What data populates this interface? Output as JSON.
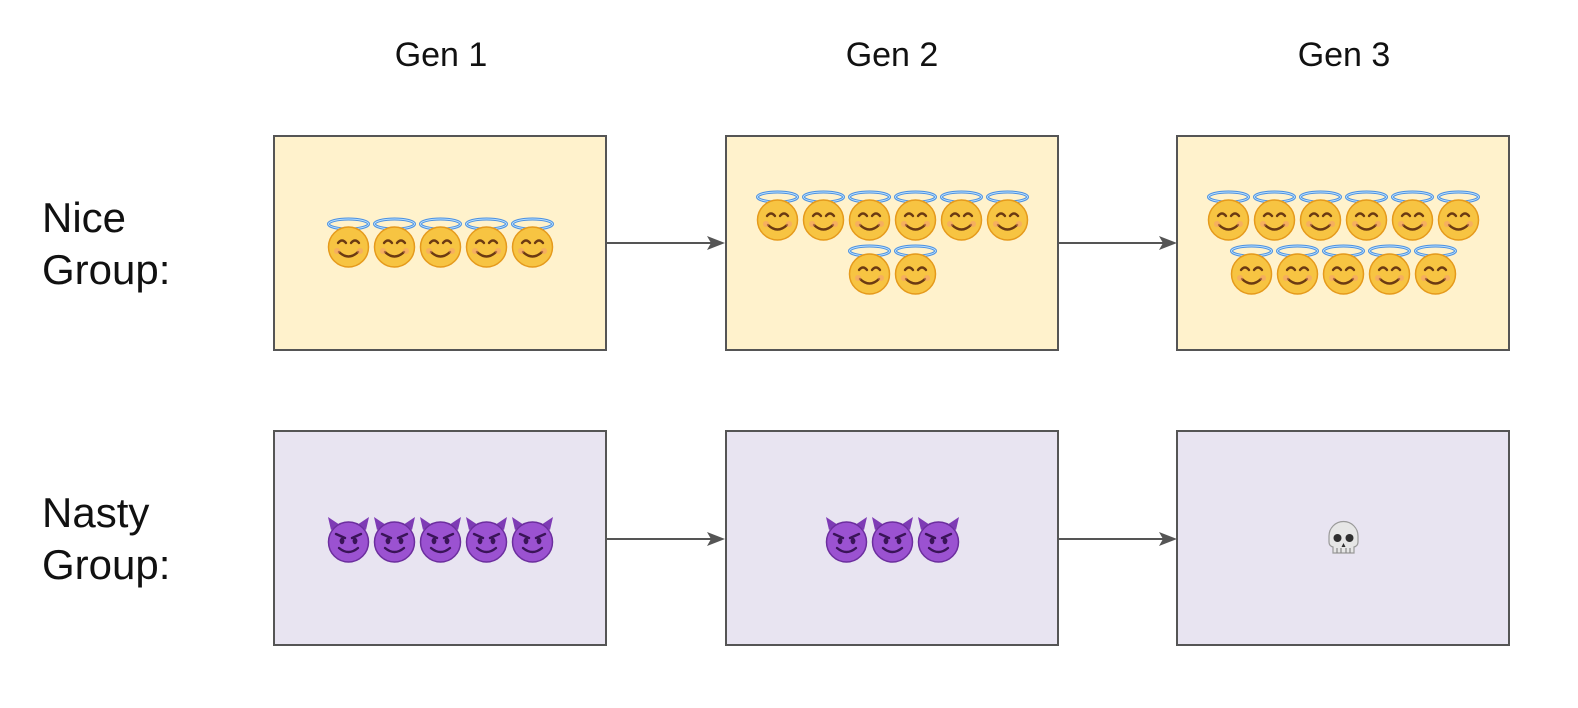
{
  "columns": [
    "Gen 1",
    "Gen 2",
    "Gen 3"
  ],
  "groups": [
    {
      "label_line1": "Nice",
      "label_line2": "Group:",
      "icon": "angel-face-icon",
      "counts": [
        5,
        8,
        11
      ]
    },
    {
      "label_line1": "Nasty",
      "label_line2": "Group:",
      "icon": "devil-face-icon",
      "counts": [
        5,
        3,
        0
      ],
      "extinct_icon": "skull-icon"
    }
  ],
  "colors": {
    "nice_fill": "#fff2cc",
    "nasty_fill": "#e8e4f1",
    "border": "#555555",
    "arrow": "#555555"
  }
}
